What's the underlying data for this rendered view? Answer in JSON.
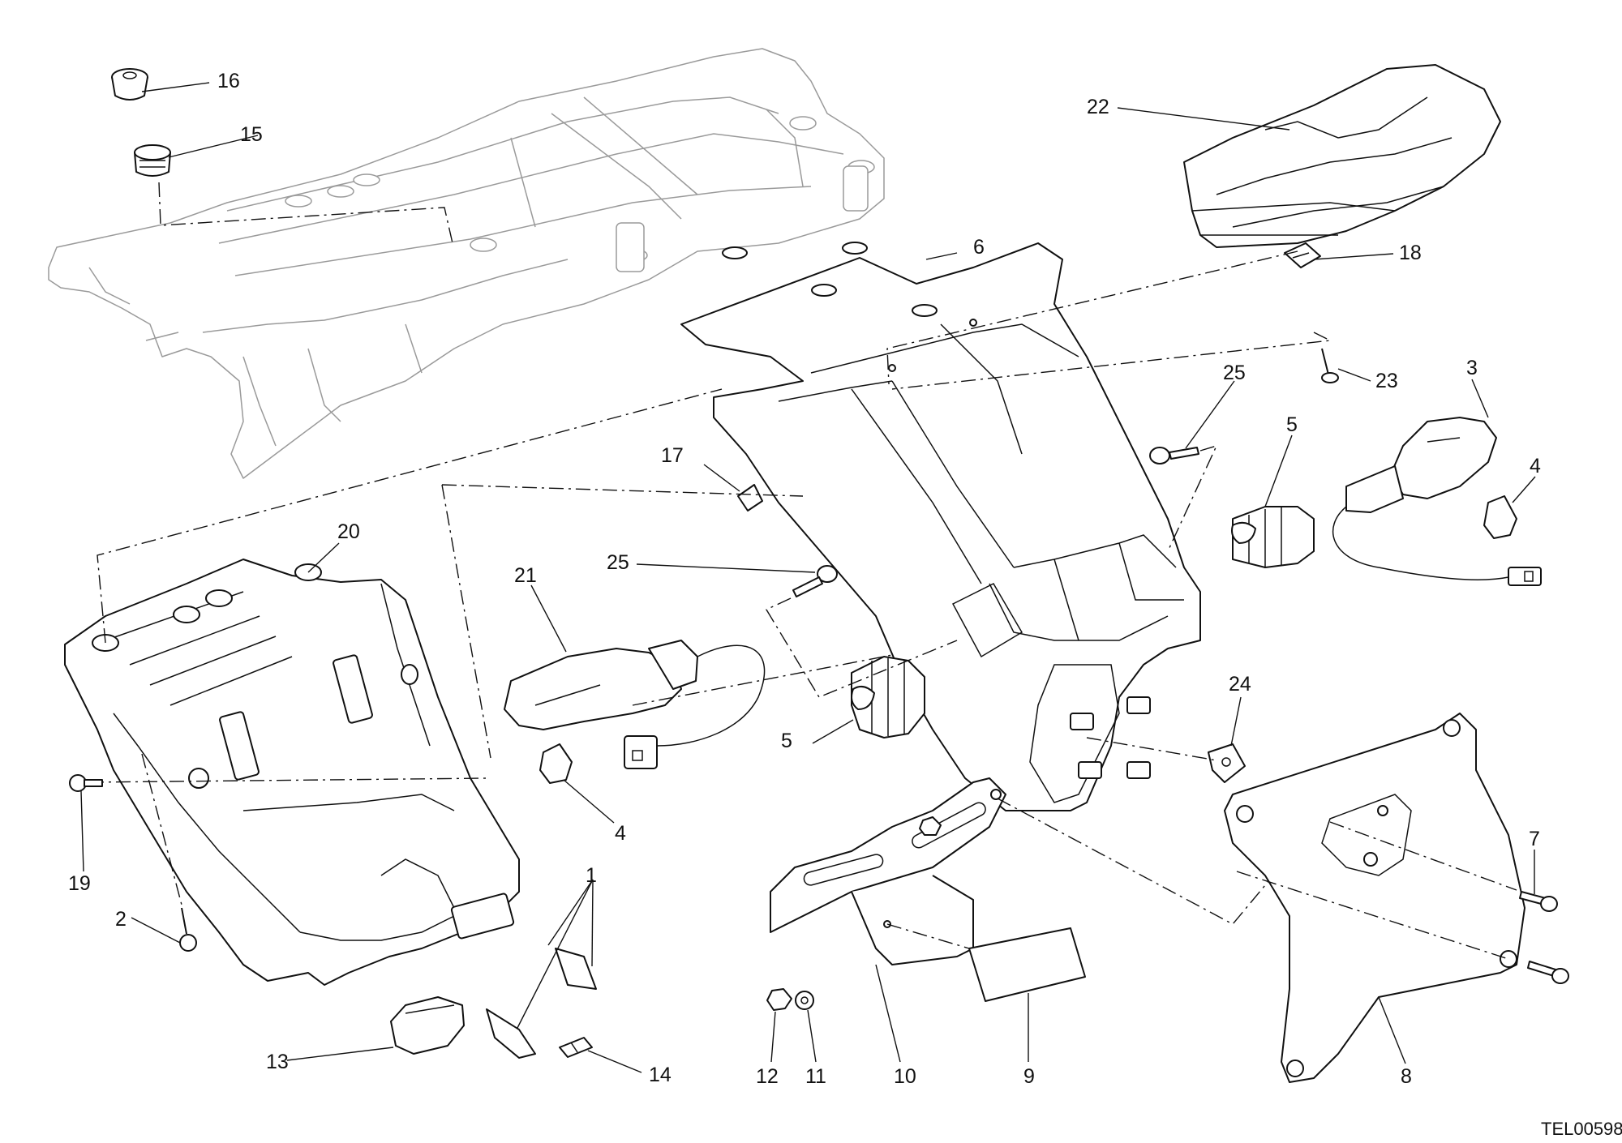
{
  "diagram": {
    "reference_code": "TEL00598",
    "callouts": [
      {
        "id": "c1",
        "label": "1"
      },
      {
        "id": "c2",
        "label": "2"
      },
      {
        "id": "c3",
        "label": "3"
      },
      {
        "id": "c4a",
        "label": "4"
      },
      {
        "id": "c4b",
        "label": "4"
      },
      {
        "id": "c5a",
        "label": "5"
      },
      {
        "id": "c5b",
        "label": "5"
      },
      {
        "id": "c6",
        "label": "6"
      },
      {
        "id": "c7",
        "label": "7"
      },
      {
        "id": "c8",
        "label": "8"
      },
      {
        "id": "c9",
        "label": "9"
      },
      {
        "id": "c10",
        "label": "10"
      },
      {
        "id": "c11",
        "label": "11"
      },
      {
        "id": "c12",
        "label": "12"
      },
      {
        "id": "c13",
        "label": "13"
      },
      {
        "id": "c14",
        "label": "14"
      },
      {
        "id": "c15",
        "label": "15"
      },
      {
        "id": "c16",
        "label": "16"
      },
      {
        "id": "c17",
        "label": "17"
      },
      {
        "id": "c18",
        "label": "18"
      },
      {
        "id": "c19",
        "label": "19"
      },
      {
        "id": "c20",
        "label": "20"
      },
      {
        "id": "c21",
        "label": "21"
      },
      {
        "id": "c22",
        "label": "22"
      },
      {
        "id": "c23",
        "label": "23"
      },
      {
        "id": "c24",
        "label": "24"
      },
      {
        "id": "c25a",
        "label": "25"
      },
      {
        "id": "c25b",
        "label": "25"
      }
    ]
  }
}
